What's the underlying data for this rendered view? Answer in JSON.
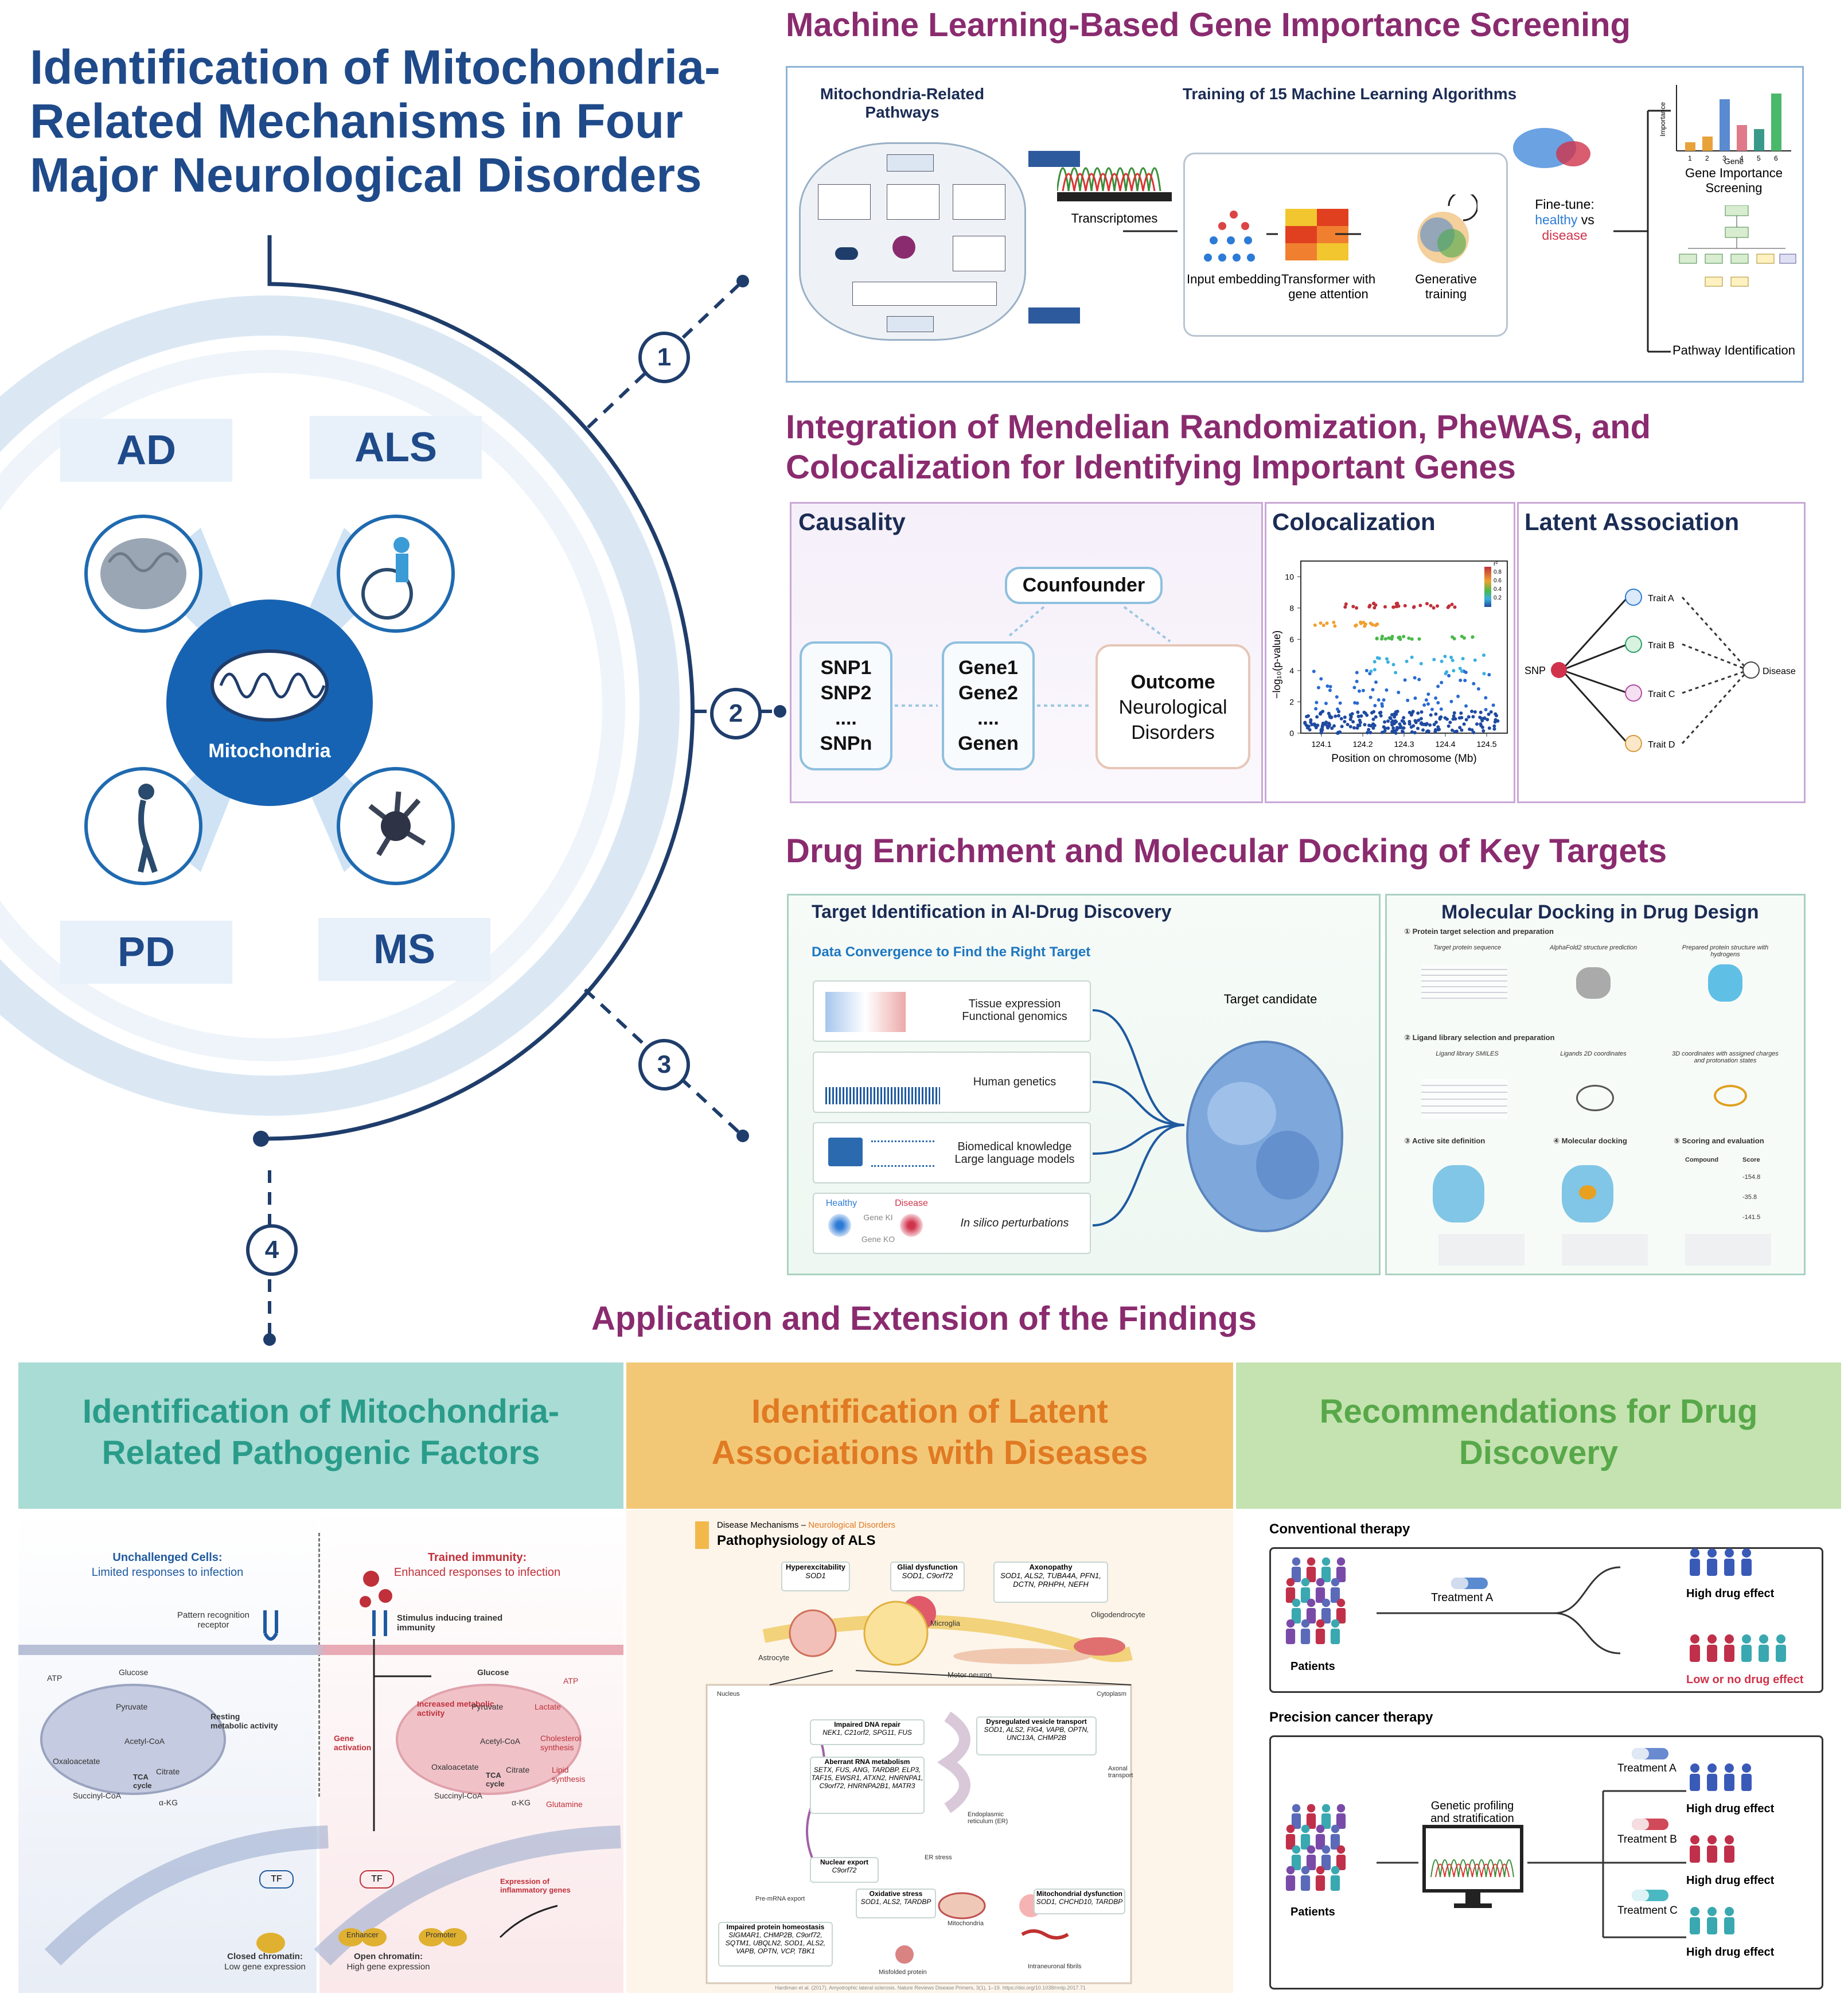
{
  "title": "Identification of Mitochondria-Related Mechanisms in Four Major Neurological Disorders",
  "hub": {
    "center_label": "Mitochondria",
    "disorders": [
      "AD",
      "ALS",
      "PD",
      "MS"
    ],
    "steps": [
      "1",
      "2",
      "3",
      "4"
    ]
  },
  "section1": {
    "title": "Machine Learning-Based Gene Importance Screening",
    "pathways_title": "Mitochondria-Related Pathways",
    "training_title": "Training of 15 Machine Learning Algorithms",
    "transcriptomes": "Transcriptomes",
    "input_embedding": "Input embedding",
    "transformer": "Transformer with gene attention",
    "generative": "Generative training",
    "finetune": "Fine-tune:",
    "healthy": "healthy",
    "vs": "vs",
    "disease": "disease",
    "gene_importance": "Gene Importance Screening",
    "pathway_id": "Pathway Identification",
    "importance_axis": "Importance",
    "gene_axis": "Gene",
    "bar_ticks": [
      "1",
      "2",
      "3",
      "4",
      "5",
      "6"
    ],
    "bar_values": [
      0.15,
      0.25,
      0.9,
      0.45,
      0.38,
      1.0
    ]
  },
  "section2": {
    "title_line1": "Integration of Mendelian Randomization, PheWAS, and",
    "title_line2": "Colocalization for Identifying Important Genes",
    "causality": "Causality",
    "colocalization": "Colocalization",
    "latent": "Latent Association",
    "confounder": "Counfounder",
    "snp_lines": [
      "SNP1",
      "SNP2",
      "....",
      "SNPn"
    ],
    "gene_lines": [
      "Gene1",
      "Gene2",
      "....",
      "Genen"
    ],
    "outcome_lines": [
      "Outcome",
      "Neurological",
      "Disorders"
    ],
    "coloc_yaxis": "−log₁₀(p-value)",
    "coloc_xaxis": "Position on chromosome (Mb)",
    "coloc_xticks": [
      "124.1",
      "124.2",
      "124.3",
      "124.4",
      "124.5"
    ],
    "coloc_yticks": [
      "0",
      "2",
      "4",
      "6",
      "8",
      "10"
    ],
    "coloc_legend": [
      "r²",
      "0.8",
      "0.6",
      "0.4",
      "0.2"
    ],
    "snp": "SNP",
    "traits": [
      "Trait A",
      "Trait B",
      "Trait C",
      "Trait D"
    ],
    "disease": "Disease"
  },
  "section3": {
    "title": "Drug Enrichment and Molecular Docking of Key Targets",
    "target_title": "Target Identification in AI-Drug Discovery",
    "convergence": "Data Convergence to Find the Right Target",
    "cards": [
      [
        "Tissue expression",
        "Functional genomics"
      ],
      [
        "Human genetics"
      ],
      [
        "Biomedical knowledge",
        "Large language models"
      ],
      [
        "In silico perturbations"
      ]
    ],
    "healthy": "Healthy",
    "disease": "Disease",
    "gene_ki": "Gene KI",
    "gene_ko": "Gene KO",
    "target_candidate": "Target candidate",
    "docking_title": "Molecular Docking in Drug Design",
    "dock_steps": [
      "Protein target selection and preparation",
      "Ligand library selection and preparation",
      "Active site definition",
      "Molecular docking",
      "Scoring and evaluation"
    ],
    "dock_cols1": [
      "Target protein sequence",
      "AlphaFold2 structure prediction",
      "Prepared protein structure with hydrogens"
    ],
    "dock_cols2": [
      "Ligand library SMILES",
      "Ligands 2D coordinates",
      "3D coordinates with assigned charges and protonation states"
    ],
    "score_hdr": [
      "Compound",
      "Score"
    ],
    "scores": [
      "-154.8",
      "-35.8",
      "-141.5"
    ]
  },
  "section4": {
    "title": "Application and Extension of the Findings",
    "col1_title_l1": "Identification of Mitochondria-",
    "col1_title_l2": "Related Pathogenic Factors",
    "col2_title_l1": "Identification of Latent",
    "col2_title_l2": "Associations with Diseases",
    "col3_title_l1": "Recommendations for Drug",
    "col3_title_l2": "Discovery",
    "unchallenged_l1": "Unchallenged Cells:",
    "unchallenged_l2": "Limited responses to infection",
    "trained_l1": "Trained immunity:",
    "trained_l2": "Enhanced responses to infection",
    "prr": "Pattern recognition receptor",
    "stimulus": "Stimulus inducing trained immunity",
    "left_metab": [
      "Glucose",
      "Pyruvate",
      "Acetyl-CoA",
      "Oxaloacetate",
      "Citrate",
      "TCA cycle",
      "Succinyl-CoA",
      "α-KG",
      "ATP"
    ],
    "resting": "Resting metabolic activity",
    "increased": "Increased metabolic activity",
    "gene_activation": "Gene activation",
    "right_metab_extra": [
      "Lactate",
      "Cholesterol synthesis",
      "Lipid synthesis",
      "Glutamine"
    ],
    "tf": "TF",
    "closed_l1": "Closed chromatin:",
    "closed_l2": "Low gene expression",
    "open_l1": "Open chromatin:",
    "open_l2": "High gene expression",
    "enhancer": "Enhancer",
    "promoter": "Promoter",
    "expression_inflam": "Expression of inflammatory genes",
    "als_breadcrumb_a": "Disease Mechanisms",
    "als_breadcrumb_b": "Neurological Disorders",
    "als_title": "Pathophysiology of ALS",
    "als_top_boxes": [
      [
        "Hyperexcitability",
        "SOD1"
      ],
      [
        "Glial dysfunction",
        "SOD1, C9orf72"
      ],
      [
        "Axonopathy",
        "SOD1, ALS2, TUBA4A, PFN1, DCTN, PRHPH, NEFH"
      ]
    ],
    "als_cells": [
      "Astrocyte",
      "Microglia",
      "Oligodendrocyte",
      "Motor neuron"
    ],
    "als_boxes": [
      [
        "Impaired DNA repair",
        "NEK1, C21orf2, SPG11, FUS"
      ],
      [
        "Aberrant RNA metabolism",
        "SETX, FUS, ANG, TARDBP, ELP3, TAF15, EWSR1, ATXN2, HNRNPA1, C9orf72, HNRNPA2B1, MATR3"
      ],
      [
        "Nuclear export",
        "C9orf72"
      ],
      [
        "Oxidative stress",
        "SOD1, ALS2, TARDBP"
      ],
      [
        "Impaired protein homeostasis",
        "SIGMAR1, CHMP2B, C9orf72, SQTM1, UBQLN2, SOD1, ALS2, VAPB, OPTN, VCP, TBK1"
      ],
      [
        "Dysregulated vesicle transport",
        "SOD1, ALS2, FIG4, VAPB, OPTN, UNC13A, CHMP2B"
      ],
      [
        "Mitochondrial dysfunction",
        "SOD1, CHCHD10, TARDBP"
      ]
    ],
    "als_small": [
      "Nucleus",
      "Cytoplasm",
      "Pre-mRNA export",
      "ER stress",
      "Endoplasmic reticulum (ER)",
      "Mitochondria",
      "Misfolded protein",
      "Intraneuronal fibrils",
      "Axonal transport"
    ],
    "als_citation": "Hardiman et al. (2017). Amyotrophic lateral sclerosis. Nature Reviews Disease Primers, 3(1), 1–19. https://doi.org/10.1038/nrdp.2017.71",
    "conventional": "Conventional therapy",
    "treatment_a": "Treatment A",
    "treatment_b": "Treatment B",
    "treatment_c": "Treatment C",
    "patients": "Patients",
    "high_effect": "High drug effect",
    "low_effect": "Low or no drug effect",
    "precision": "Precision cancer therapy",
    "genetic_profiling": "Genetic profiling and stratification"
  },
  "colors": {
    "navy": "#1f4a8a",
    "magenta": "#8a2b6f",
    "teal_hdr": "#a8dcd4",
    "orange_hdr": "#f2c877",
    "green_hdr": "#c4e3b0",
    "teal_text": "#2a9c8a",
    "orange_text": "#e07a23",
    "green_text": "#58a84a",
    "healthy": "#2c7bd6",
    "disease": "#d0334b"
  }
}
